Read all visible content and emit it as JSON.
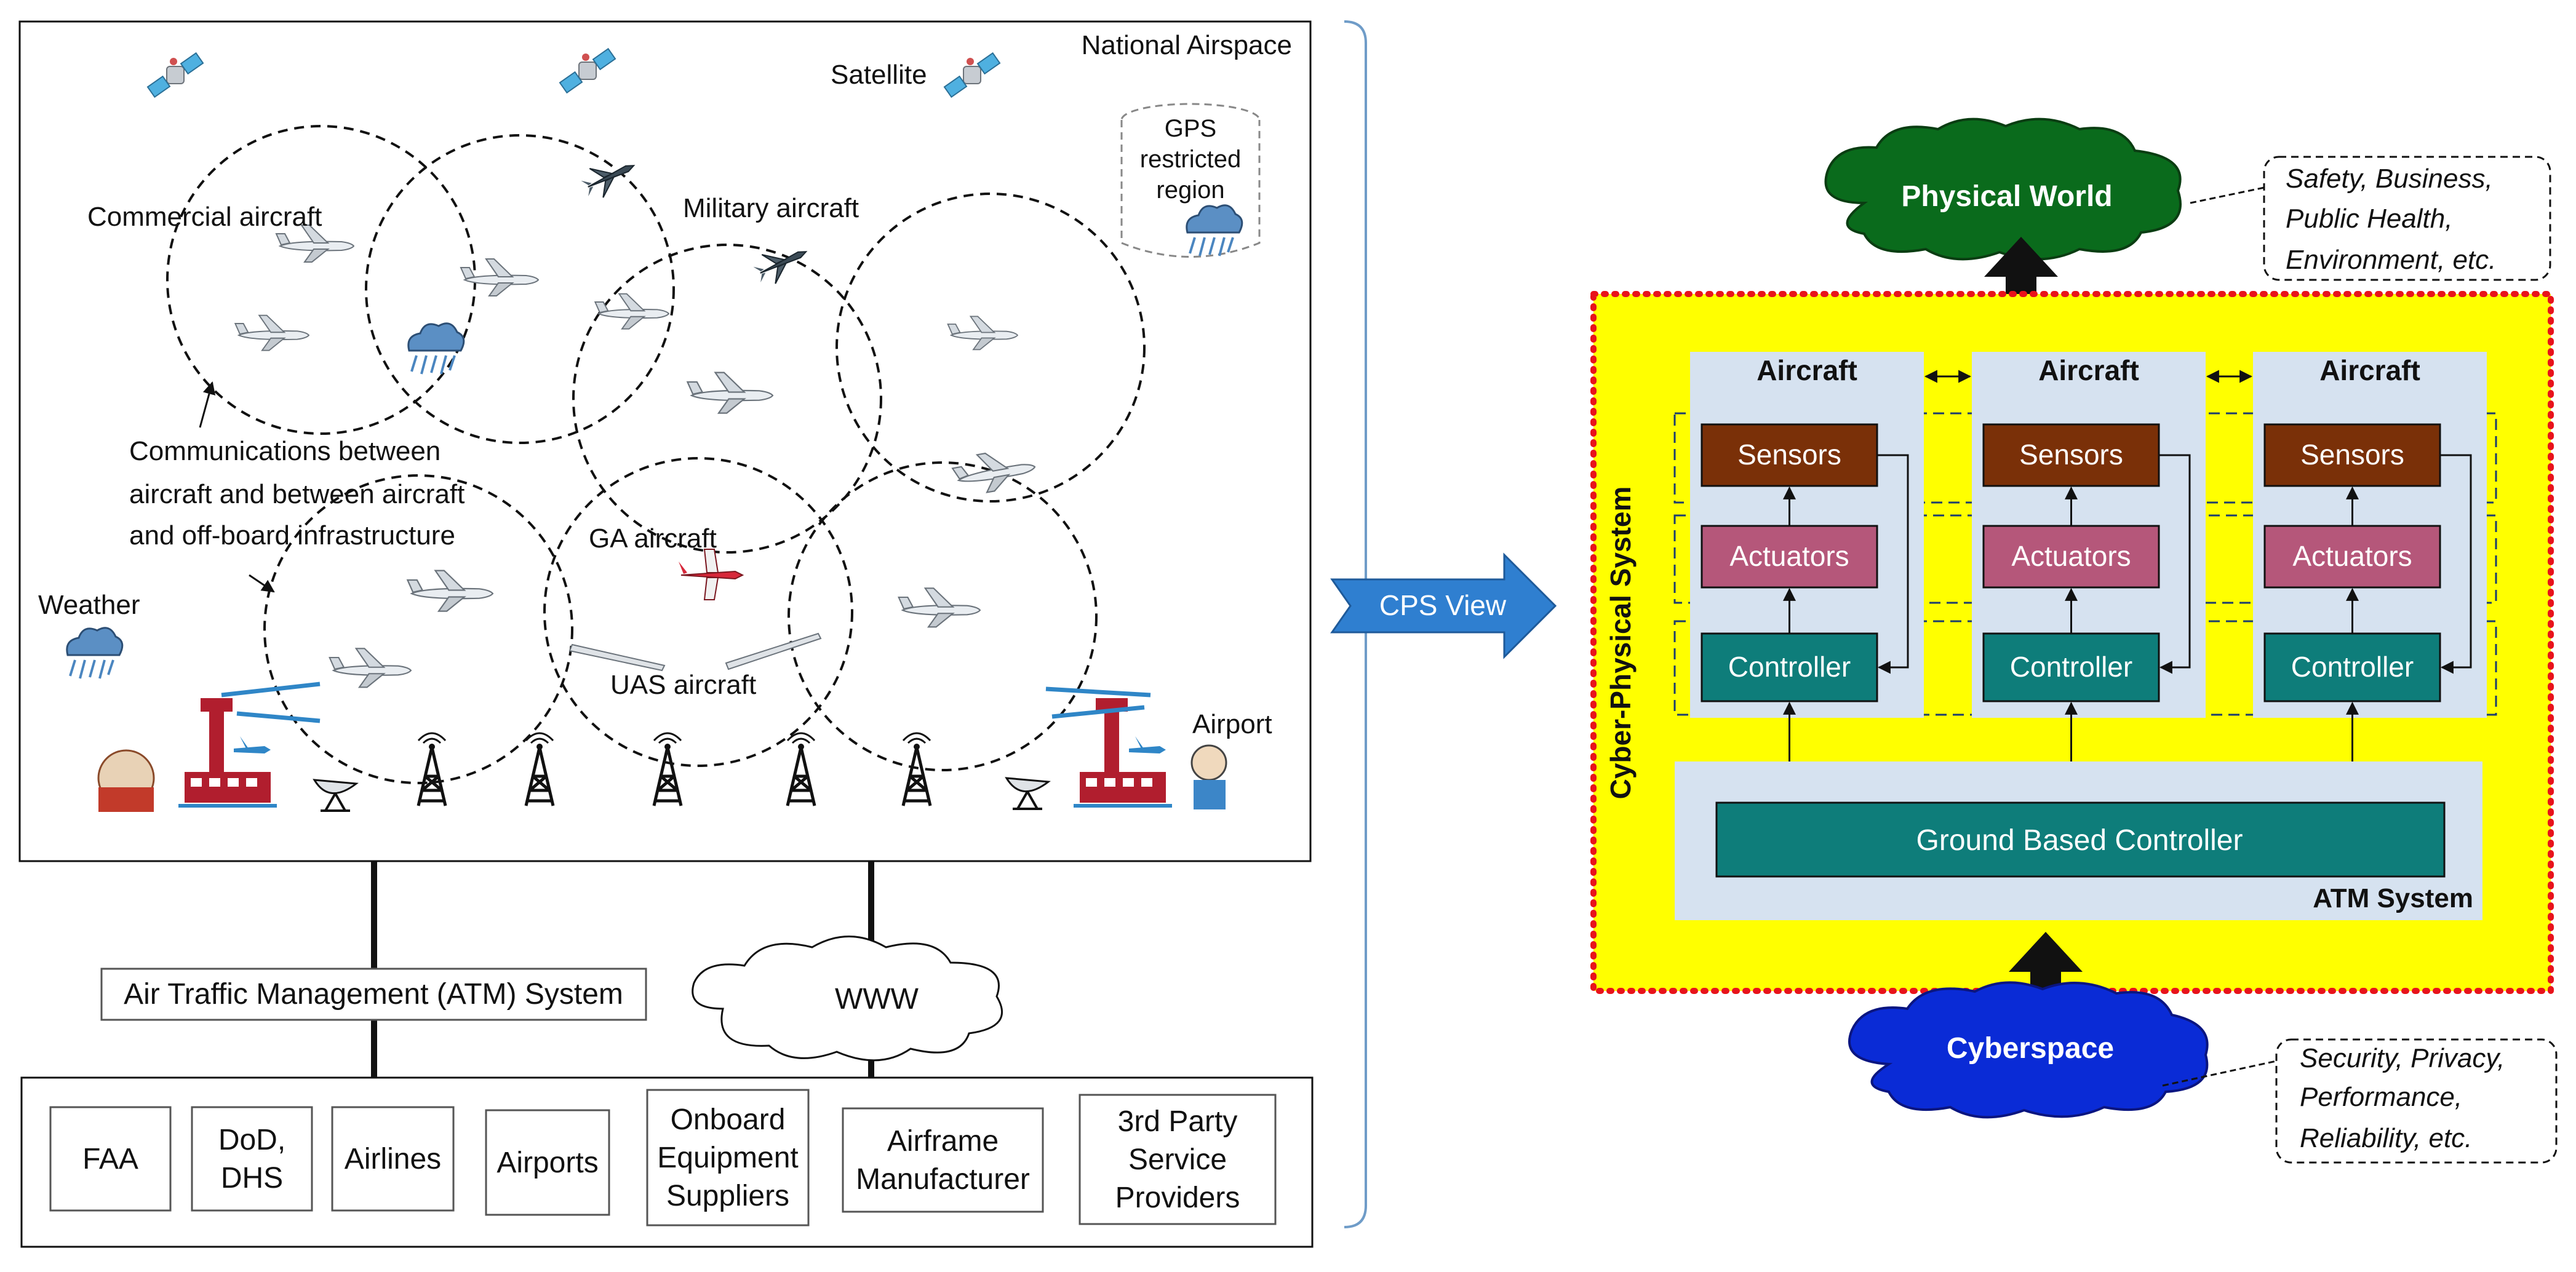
{
  "airspace": {
    "title": "National Airspace",
    "satellite_label": "Satellite",
    "gps_label": [
      "GPS",
      "restricted",
      "region"
    ],
    "commercial_label": "Commercial aircraft",
    "military_label": "Military aircraft",
    "comm_label": [
      "Communications between",
      "aircraft and between aircraft",
      "and off-board infrastructure"
    ],
    "ga_label": "GA aircraft",
    "uas_label": "UAS aircraft",
    "weather_label": "Weather",
    "airport_label": "Airport"
  },
  "atm_box": {
    "label": "Air Traffic Management (ATM) System"
  },
  "www_cloud": {
    "label": "WWW"
  },
  "stakeholders": [
    {
      "lines": [
        "FAA"
      ]
    },
    {
      "lines": [
        "DoD,",
        "DHS"
      ]
    },
    {
      "lines": [
        "Airlines"
      ]
    },
    {
      "lines": [
        "Airports"
      ]
    },
    {
      "lines": [
        "Onboard",
        "Equipment",
        "Suppliers"
      ]
    },
    {
      "lines": [
        "Airframe",
        "Manufacturer"
      ]
    },
    {
      "lines": [
        "3rd Party",
        "Service",
        "Providers"
      ]
    }
  ],
  "cps_arrow": {
    "label": "CPS View"
  },
  "cps": {
    "physical_world": "Physical World",
    "physical_note": [
      "Safety, Business,",
      "Public Health,",
      "Environment, etc."
    ],
    "system_label": "Cyber-Physical System",
    "aircraft_label": "Aircraft",
    "sensors_label": "Sensors",
    "actuators_label": "Actuators",
    "controller_label": "Controller",
    "ground_controller": "Ground Based Controller",
    "atm_system": "ATM System",
    "cyberspace": "Cyberspace",
    "cyber_note": [
      "Security, Privacy,",
      "Performance,",
      "Reliability, etc."
    ]
  },
  "colors": {
    "yellow": "#ffff00",
    "red_dotted": "#e8131b",
    "light_blue_panel": "#d6e2f0",
    "sensors": "#7a3008",
    "actuators": "#b5577a",
    "controller": "#0e7d7a",
    "physical_green": "#0a6b1c",
    "cyber_blue": "#0a2bd6",
    "cps_arrow": "#2f7fd0"
  }
}
